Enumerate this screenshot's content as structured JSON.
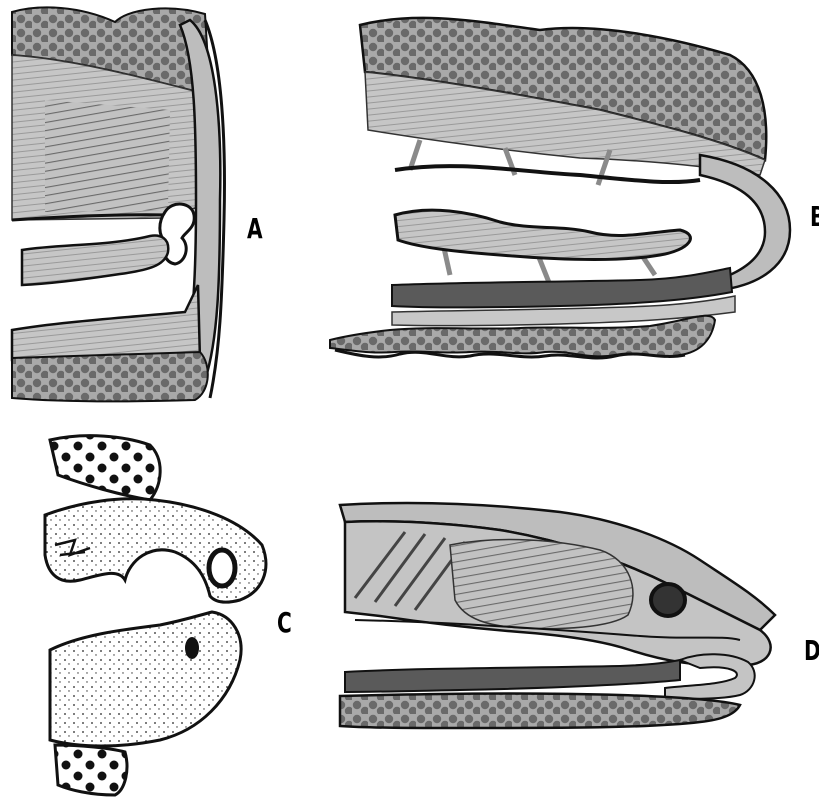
{
  "figures": [
    {
      "id": "A",
      "label": "A"
    },
    {
      "id": "B",
      "label": "B"
    },
    {
      "id": "C",
      "label": "C"
    },
    {
      "id": "D",
      "label": "D"
    }
  ],
  "colors": {
    "ink": "#111111",
    "tissue_gray": "#b8b8b8",
    "dark_tissue": "#5a5a5a",
    "dots": "#6e6e6e",
    "background": "#ffffff"
  }
}
